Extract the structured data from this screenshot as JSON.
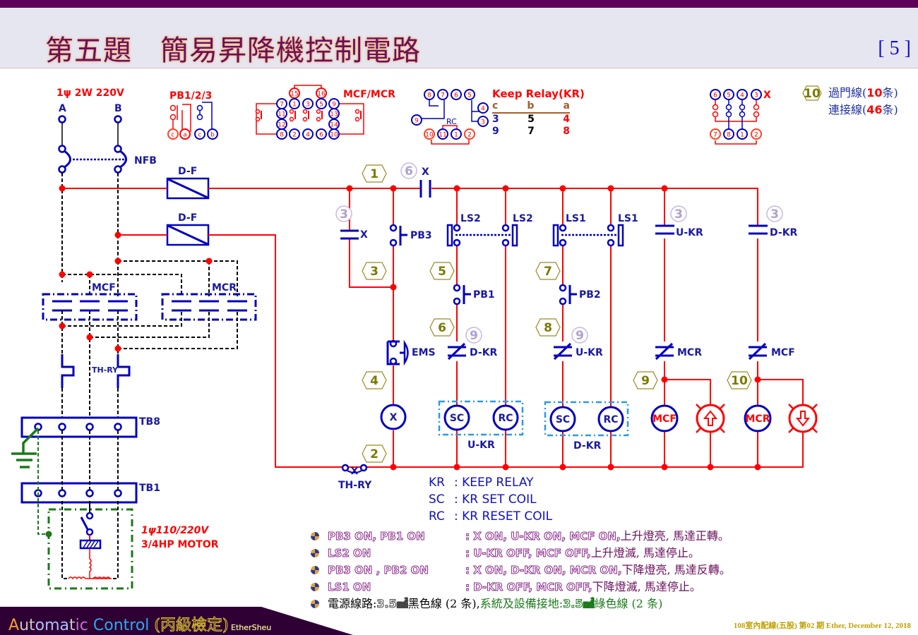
{
  "header": {
    "title_part1": "第五題",
    "title_part2": "簡易昇降機控制電路",
    "page_number": "[ 5 ]"
  },
  "power": {
    "supply_label": "1ψ 2W 220V",
    "terminal_a": "A",
    "terminal_b": "B",
    "breaker_label": "NFB",
    "fuse_label_1": "D-F",
    "fuse_label_2": "D-F"
  },
  "pinouts": {
    "pb_label": "PB1/2/3",
    "pb_pins": [
      "c",
      "a",
      "c",
      "b"
    ],
    "mc_label": "MCF/MCR",
    "mc_pins_top": [
      "15",
      "16"
    ],
    "mc_pins_row1": [
      "7",
      "1",
      "3",
      "5",
      "9"
    ],
    "mc_pins_row2": [
      "11",
      "13"
    ],
    "mc_pins_row3": [
      "12",
      "14"
    ],
    "mc_pins_row4": [
      "8",
      "2",
      "4",
      "6",
      "10"
    ],
    "kr_pins_top": [
      "8",
      "7",
      "6",
      "5"
    ],
    "kr_pins_side": [
      "9",
      "4",
      "3"
    ],
    "kr_pins_bottom": [
      "10",
      "11",
      "1",
      "2"
    ],
    "kr_rc_label": "RC",
    "x_label": "X",
    "x_pins_top": [
      "6",
      "5",
      "4",
      "3"
    ],
    "x_pins_bottom": [
      "7",
      "8",
      "1",
      "2"
    ]
  },
  "keep_relay_table": {
    "title": "Keep Relay(KR)",
    "headers": [
      "c",
      "b",
      "a"
    ],
    "rows": [
      [
        "3",
        "5",
        "4"
      ],
      [
        "9",
        "7",
        "8"
      ]
    ]
  },
  "wire_counts": {
    "badge": "10",
    "line1_prefix": "過門線(",
    "line1_count": "10",
    "line1_suffix": "条)",
    "line2_prefix": "連接線(",
    "line2_count": "46",
    "line2_suffix": "条)"
  },
  "main_circuit": {
    "mcf_label": "MCF",
    "mcr_label": "MCR",
    "thry_label": "TH-RY",
    "tb8_label": "TB8",
    "tb1_label": "TB1",
    "motor_label_1": "1ψ110/220V",
    "motor_label_2": "3/4HP MOTOR"
  },
  "control_circuit": {
    "hex_badges": [
      "1",
      "3",
      "4",
      "2",
      "5",
      "6",
      "7",
      "8",
      "9",
      "10"
    ],
    "circle_badges": [
      "6",
      "3",
      "3",
      "3",
      "9",
      "9"
    ],
    "x_contact_label": "X",
    "x_aux_label": "X",
    "pb3_label": "PB3",
    "ls2_label_a": "LS2",
    "ls2_label_b": "LS2",
    "ls1_label_a": "LS1",
    "ls1_label_b": "LS1",
    "ukr_contact_label": "U-KR",
    "dkr_contact_label": "D-KR",
    "pb1_label": "PB1",
    "pb2_label": "PB2",
    "ems_label": "EMS",
    "dkr_nc_label": "D-KR",
    "ukr_nc_label": "U-KR",
    "mcr_nc_label": "MCR",
    "mcf_nc_label": "MCF",
    "coil_x": "X",
    "coil_sc": "SC",
    "coil_rc": "RC",
    "ukr_group_label": "U-KR",
    "dkr_group_label": "D-KR",
    "coil_mcf": "MCF",
    "coil_mcr": "MCR",
    "thry_contact_label": "TH-RY"
  },
  "legend": [
    {
      "key": "KR",
      "value": ": KEEP RELAY"
    },
    {
      "key": "SC",
      "value": ": KR SET COIL"
    },
    {
      "key": "RC",
      "value": ": KR RESET COIL"
    }
  ],
  "notes": [
    {
      "condition": "PB3 ON, PB1  ON",
      "result_en": ": X ON, U-KR ON, MCF ON, ",
      "result_zh": "上升燈亮, 馬達正轉。"
    },
    {
      "condition": "LS2 ON",
      "result_en": ": U-KR OFF, MCF OFF, ",
      "result_zh": "上升燈滅, 馬達停止。"
    },
    {
      "condition": "PB3 ON , PB2 ON",
      "result_en": ": X ON, D-KR ON, MCR ON, ",
      "result_zh": "下降燈亮, 馬達反轉。"
    },
    {
      "condition": "LS1 ON",
      "result_en": ": D-KR OFF, MCR OFF, ",
      "result_zh": "下降燈滅, 馬達停止。"
    }
  ],
  "wiring_note": {
    "a": "電源線路: ",
    "b": "3.5㎟",
    "c": " 黑色線 (2 条), ",
    "d": "系統及設備接地: ",
    "e": "3.5㎟",
    "f": " 綠色線 (2 条)"
  },
  "footer": {
    "brand_A": "A",
    "brand_ut": "ut",
    "brand_om": "oma",
    "brand_t": "t",
    "brand_ic": "ic",
    "brand_control": " Control ",
    "brand_zh": "(丙級檢定)",
    "signature": " EtherSheu",
    "credit": "108室內配線(五股) 第02 期 Ether, December 12, 2018"
  },
  "colors": {
    "header_bar": "#5c0059",
    "wire_red": "#ff0000",
    "component_blue": "#0000c0",
    "ground_green": "#1a7a1a",
    "footer_bg": "#2e0033"
  }
}
